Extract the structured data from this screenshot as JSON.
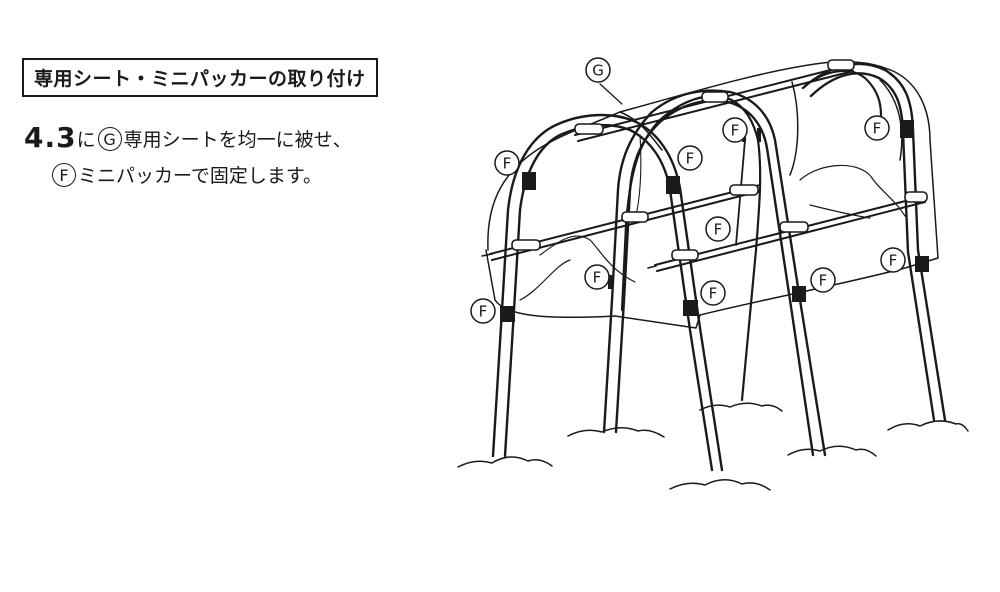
{
  "title": "専用シート・ミニパッカーの取り付け",
  "step": {
    "number": "4.3",
    "part1": "に",
    "mark_g": "G",
    "part2": "専用シートを均一に被せ、",
    "mark_f": "F",
    "part3": "ミニパッカーで固定します。"
  },
  "diagram": {
    "sheet_label": "G",
    "packer_label": "F"
  },
  "colors": {
    "ink": "#1a1a1a",
    "background": "#ffffff"
  }
}
